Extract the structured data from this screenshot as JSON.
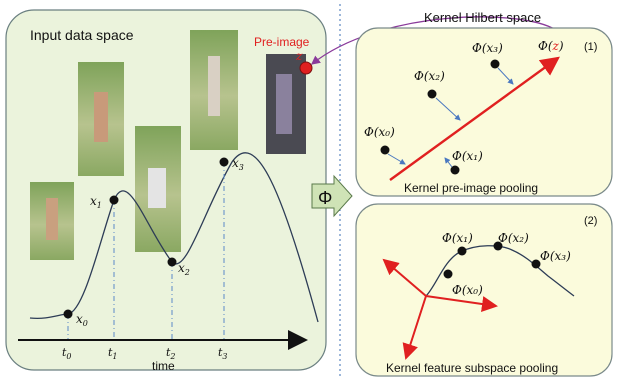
{
  "left_panel": {
    "title": "Input data space",
    "preimage_label": "Pre-image",
    "preimage_var": "z",
    "time_label": "time",
    "points": [
      {
        "label": "x",
        "sub": "0",
        "tick": "t",
        "tick_sub": "0"
      },
      {
        "label": "x",
        "sub": "1",
        "tick": "t",
        "tick_sub": "1"
      },
      {
        "label": "x",
        "sub": "2",
        "tick": "t",
        "tick_sub": "2"
      },
      {
        "label": "x",
        "sub": "3",
        "tick": "t",
        "tick_sub": "3"
      }
    ]
  },
  "map_symbol": "Φ",
  "right_header": "Kernel Hilbert space",
  "panel1": {
    "number": "(1)",
    "caption": "Kernel pre-image pooling",
    "labels": [
      "Φ(x₀)",
      "Φ(x₁)",
      "Φ(x₂)",
      "Φ(x₃)"
    ],
    "z_label_prefix": "Φ(",
    "z_label_var": "z",
    "z_label_suffix": ")"
  },
  "panel2": {
    "number": "(2)",
    "caption": "Kernel feature subspace pooling",
    "labels": [
      "Φ(x₀)",
      "Φ(x₁)",
      "Φ(x₂)",
      "Φ(x₃)"
    ]
  },
  "colors": {
    "panel_fill": "#ebf3dc",
    "right_fill": "#fbfbdc",
    "red": "#e02020",
    "purple": "#8a3a9a",
    "blue_arrow": "#4a78c0",
    "map_box": "#cfe3b6"
  }
}
